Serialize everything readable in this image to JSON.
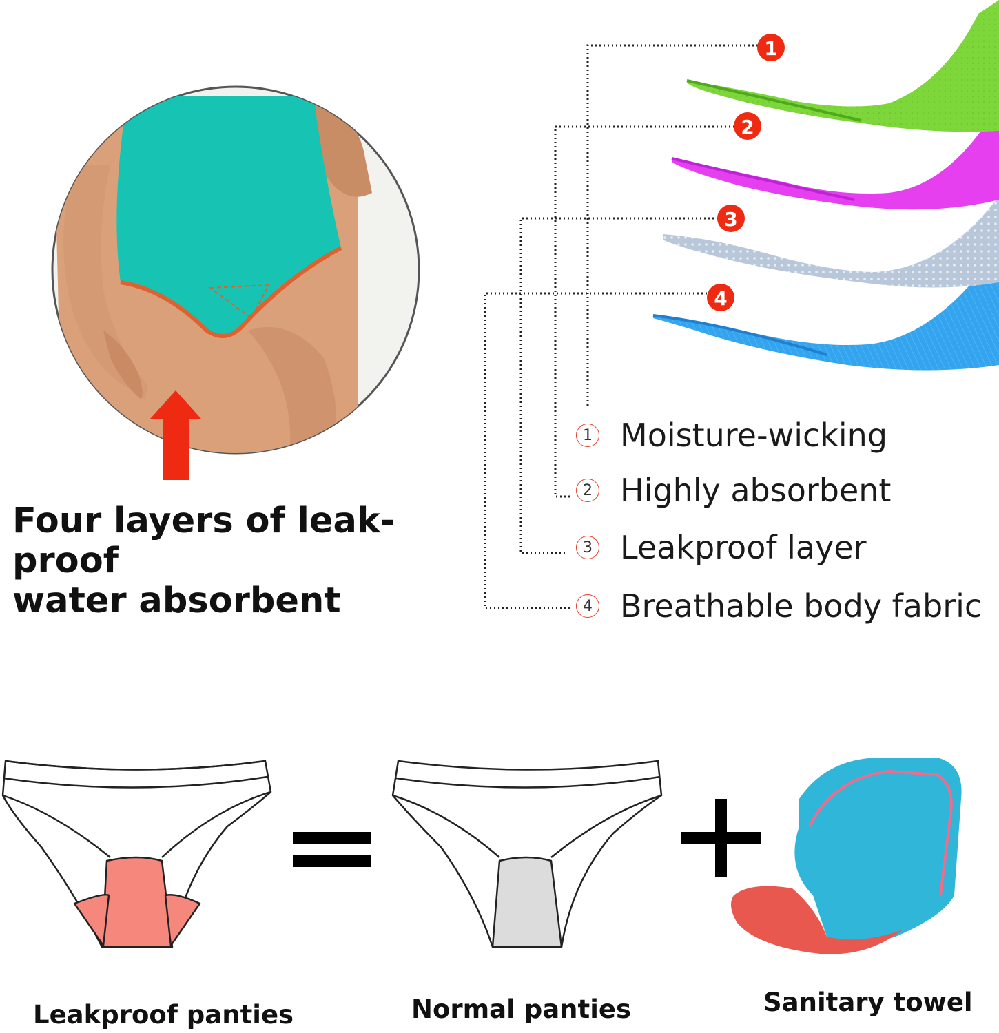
{
  "headline": {
    "line1": "Four layers of leak-proof",
    "line2": "water absorbent"
  },
  "layers": [
    {
      "number": "1",
      "label": "Moisture-wicking",
      "color": "#7dd63a"
    },
    {
      "number": "2",
      "label": "Highly absorbent",
      "color": "#e53ff0"
    },
    {
      "number": "3",
      "label": "Leakproof layer",
      "color": "#b9c7da"
    },
    {
      "number": "4",
      "label": "Breathable body fabric",
      "color": "#34a4ee"
    }
  ],
  "equation": {
    "equals": "=",
    "plus": "+"
  },
  "captions": {
    "leakproof": "Leakproof panties",
    "normal": "Normal panties",
    "towel": "Sanitary towel"
  },
  "colors": {
    "accent_red": "#ee2a12",
    "garment_teal": "#17c3b2",
    "pad_pink": "#f6877d",
    "pad_grey": "#dcdcdc",
    "towel_blue": "#2fb6d9",
    "towel_red": "#e8584e"
  }
}
